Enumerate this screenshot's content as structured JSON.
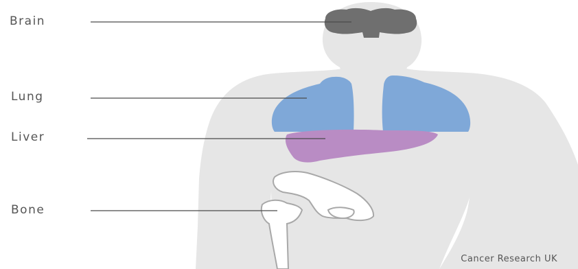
{
  "labels": {
    "brain": "Brain",
    "lung": "Lung",
    "liver": "Liver",
    "bone": "Bone"
  },
  "credit": "Cancer Research UK",
  "colors": {
    "body": "#e6e6e6",
    "brain": "#6f6f6f",
    "lung": "#7fa8d8",
    "liver": "#b98cc4",
    "bone_fill": "#ffffff",
    "bone_outline": "#a8a8a8",
    "leader_line": "#4a4a4a",
    "text": "#555555"
  }
}
